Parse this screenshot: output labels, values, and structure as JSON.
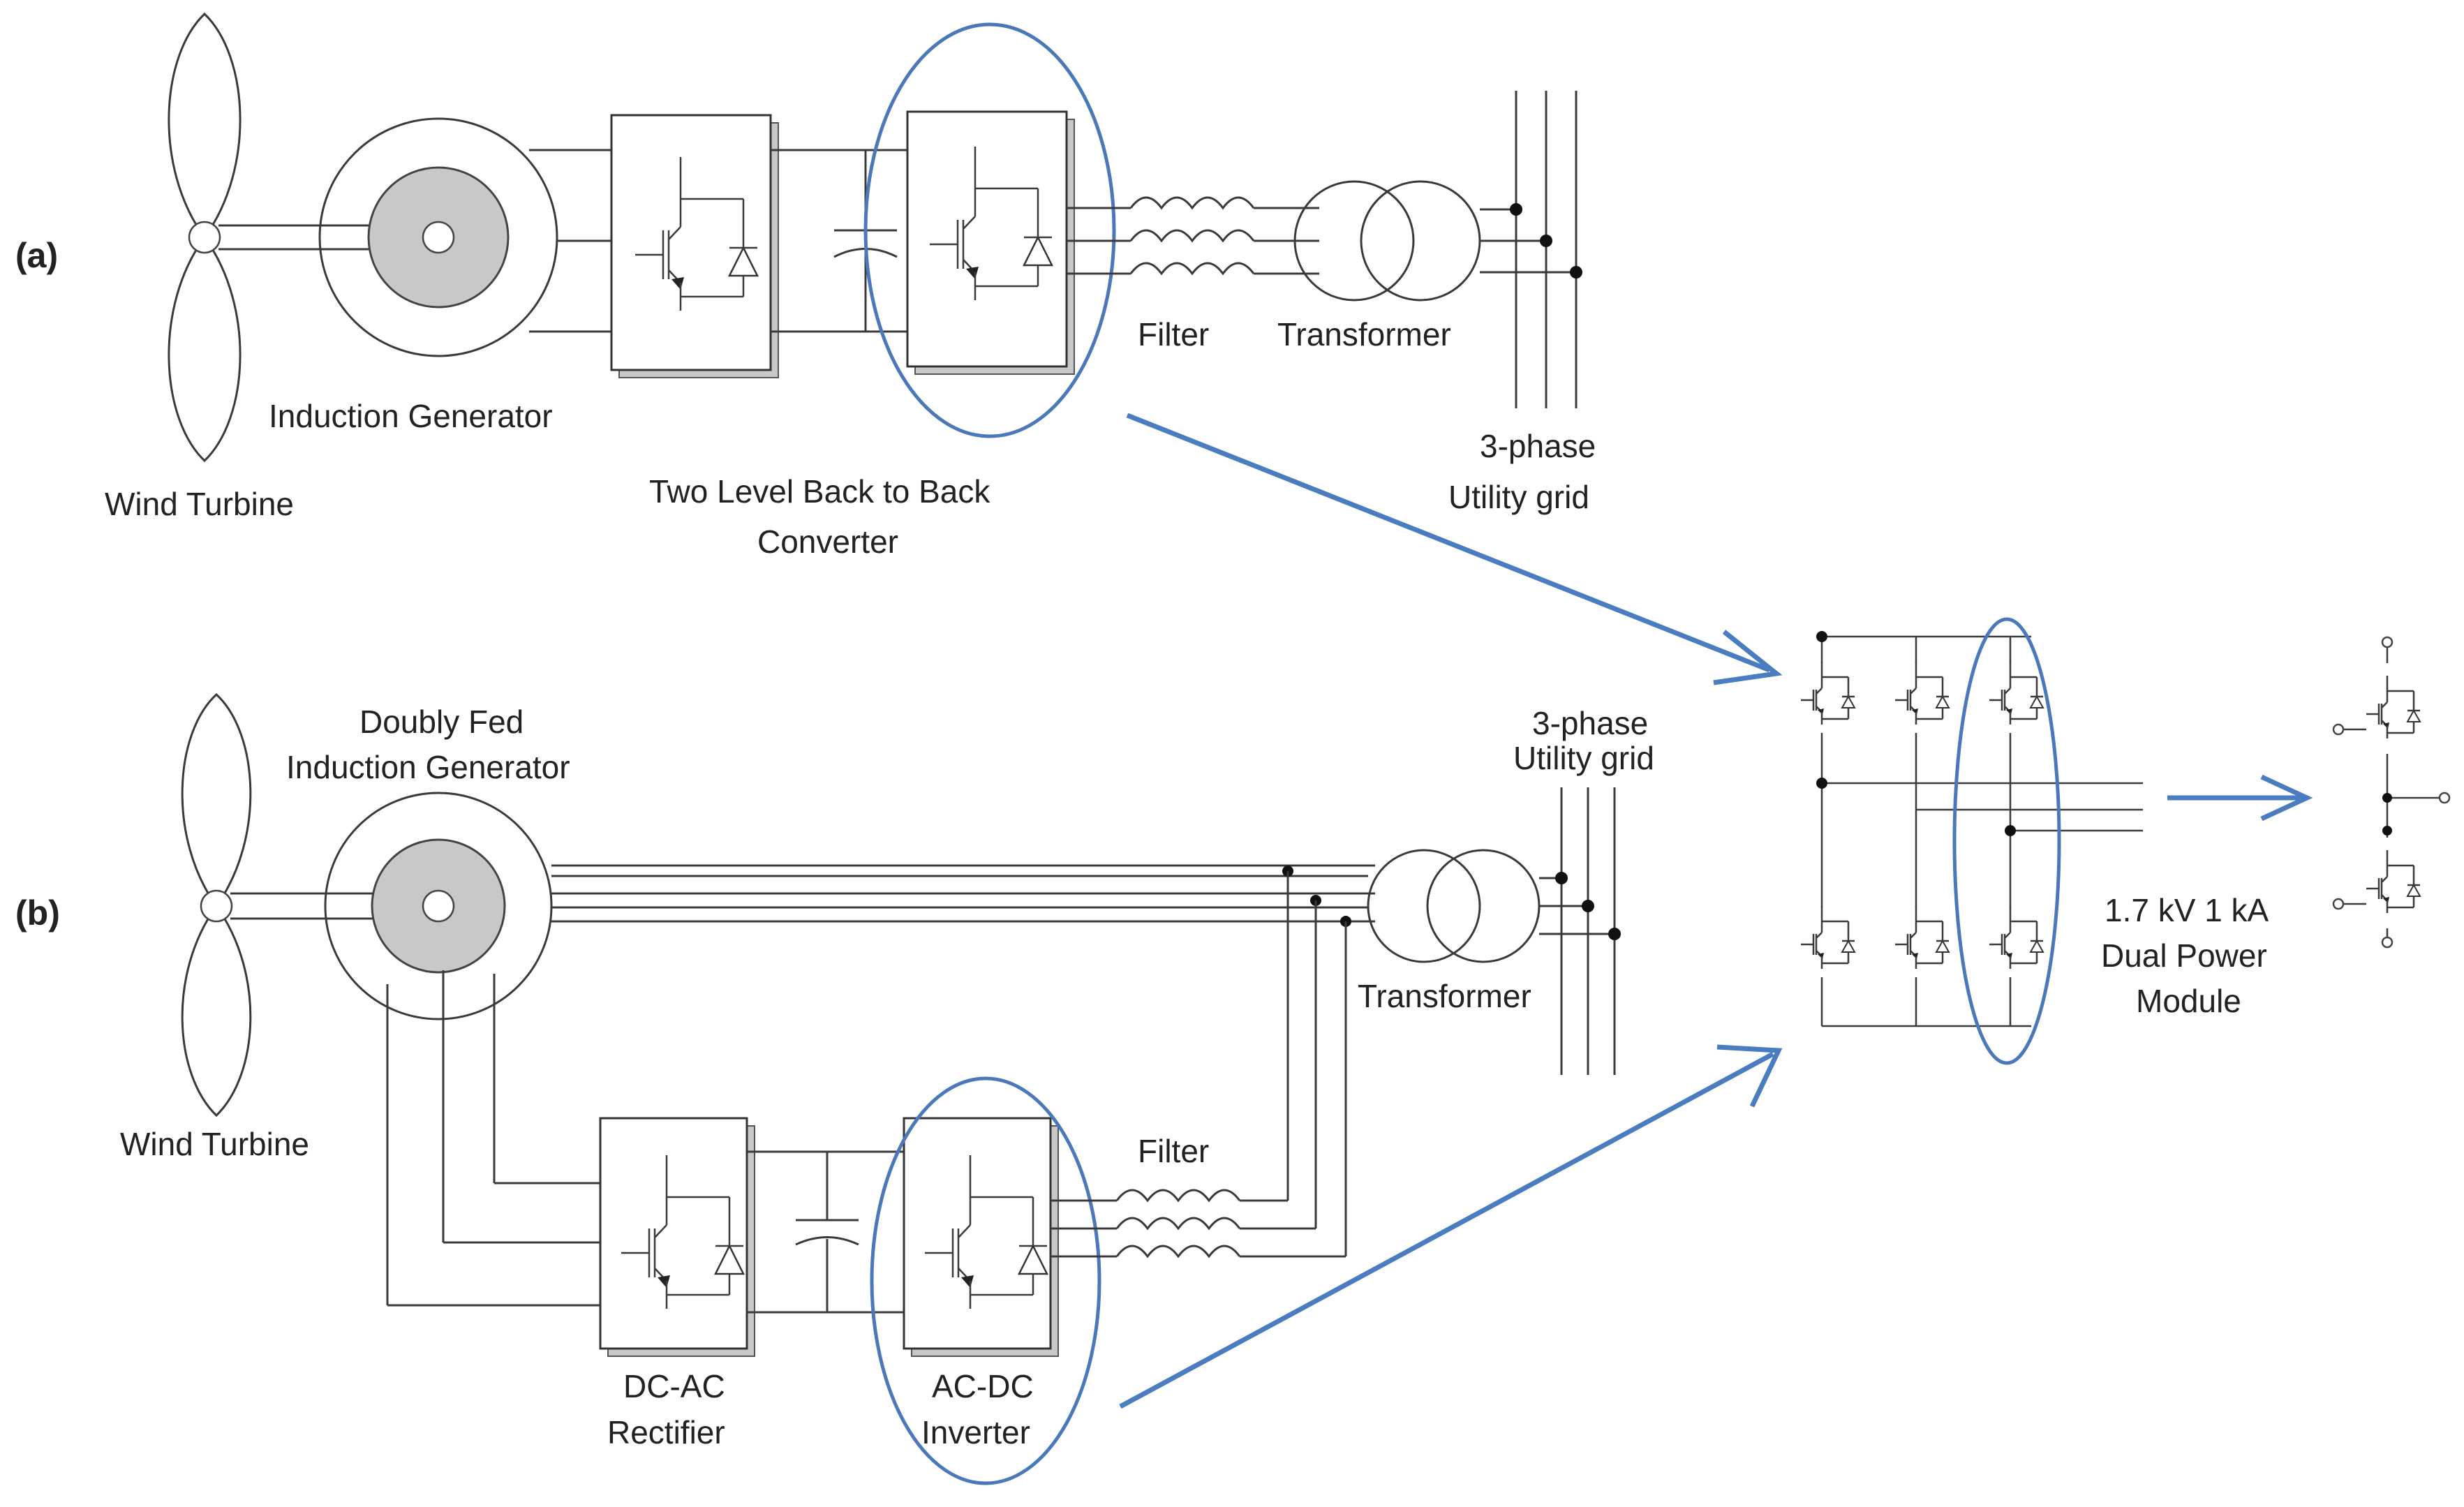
{
  "panels": {
    "a": {
      "tag": "(a)",
      "wind_turbine": "Wind Turbine",
      "generator": "Induction Generator",
      "converter_line1": "Two Level Back to Back",
      "converter_line2": "Converter",
      "filter": "Filter",
      "transformer": "Transformer",
      "grid_line1": "3-phase",
      "grid_line2": "Utility grid"
    },
    "b": {
      "tag": "(b)",
      "wind_turbine": "Wind Turbine",
      "generator_line1": "Doubly Fed",
      "generator_line2": "Induction Generator",
      "transformer": "Transformer",
      "grid_line1": "3-phase",
      "grid_line2": "Utility grid",
      "filter": "Filter",
      "rectifier_line1": "DC-AC",
      "rectifier_line2": "Rectifier",
      "inverter_line1": "AC-DC",
      "inverter_line2": "Inverter"
    }
  },
  "module": {
    "label_line1": "1.7 kV 1 kA",
    "label_line2": "Dual Power",
    "label_line3": "Module"
  },
  "colors": {
    "highlight": "#4a78b8",
    "arrow": "#4a7cc0",
    "rotor_fill": "#c8c8c8"
  }
}
